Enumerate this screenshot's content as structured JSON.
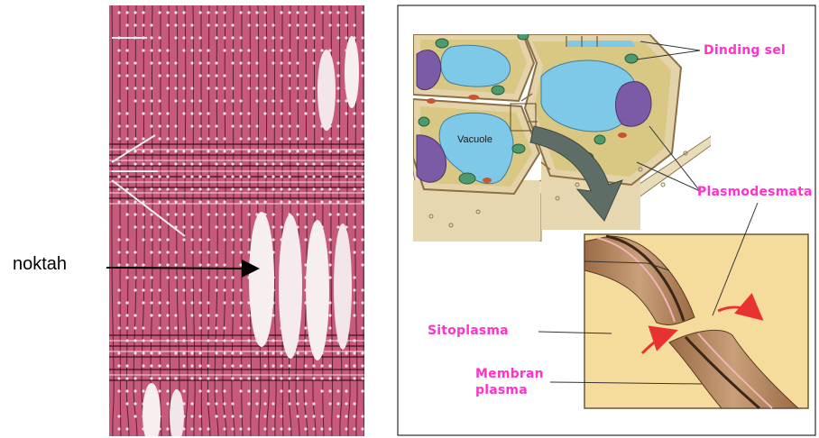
{
  "left_panel": {
    "arrow_label": "noktah"
  },
  "right_panel": {
    "labels": {
      "dinding_sel": "Dinding sel",
      "plasmodesmata": "Plasmodesmata",
      "sitoplasma": "Sitoplasma",
      "membran_line1": "Membran",
      "membran_line2": "plasma",
      "vacuole": "Vacuole"
    }
  },
  "colors": {
    "label_pink": "#ff33cc",
    "wood_tissue": "#c75a7a",
    "vacuole": "#7ec8e8",
    "cell_wall": "#e4d2a8",
    "detail_bg": "#f6dc9c"
  }
}
